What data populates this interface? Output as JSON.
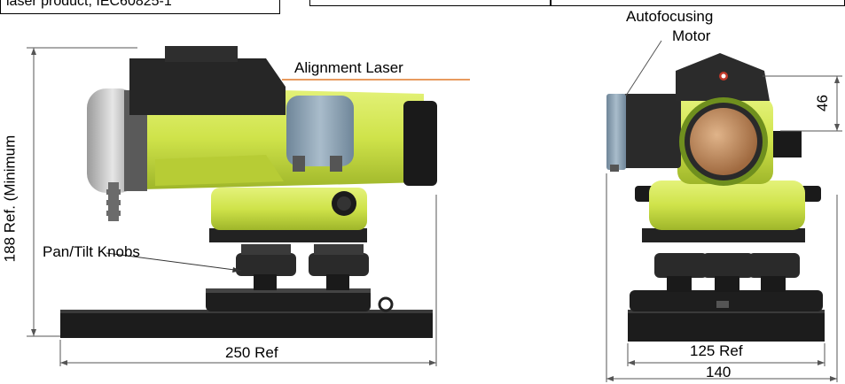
{
  "header": {
    "left_text": "laser product, IEC60825-1"
  },
  "labels": {
    "alignment_laser": "Alignment Laser",
    "autofocusing_line1": "Autofocusing",
    "autofocusing_line2": "Motor",
    "pan_tilt_knobs": "Pan/Tilt Knobs",
    "height_dim": "188 Ref. (Minimum",
    "width_dim_side": "250 Ref",
    "width_dim_front_inner": "125 Ref",
    "width_dim_front_outer": "140",
    "eyepiece_dim": "46"
  },
  "colors": {
    "body_green": "#cfe34a",
    "dark_body": "#2b2b2b",
    "base_black": "#1c1c1c",
    "laser_line": "#e07a2a",
    "lens_copper": "#c08a5c",
    "blue_gray": "#8aa0b4"
  }
}
